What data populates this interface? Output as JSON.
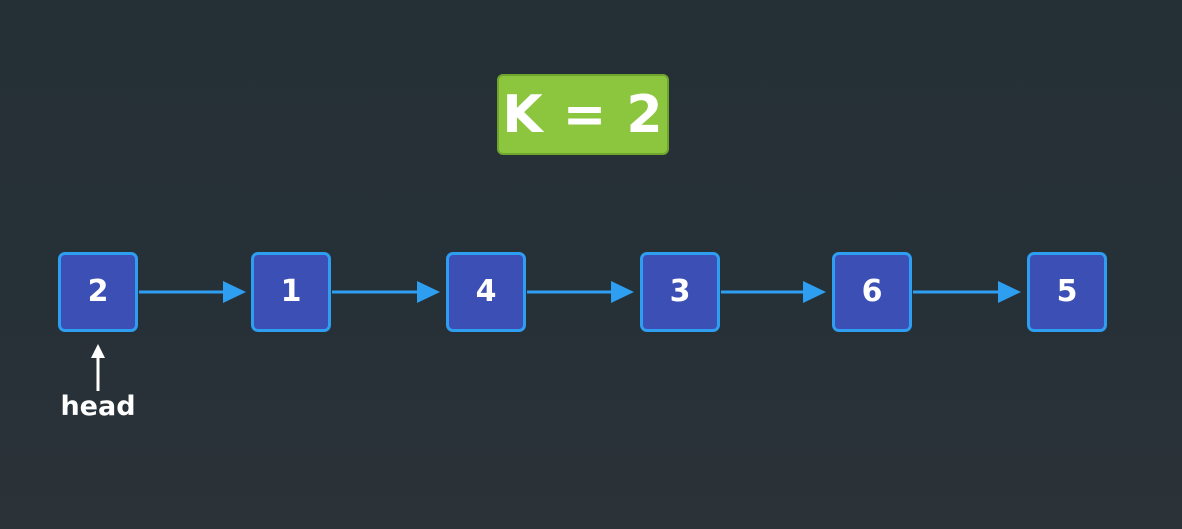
{
  "k_badge": {
    "text": "K = 2",
    "color": "#8cc63f"
  },
  "linked_list": {
    "nodes": [
      {
        "value": "2"
      },
      {
        "value": "1"
      },
      {
        "value": "4"
      },
      {
        "value": "3"
      },
      {
        "value": "6"
      },
      {
        "value": "5"
      }
    ],
    "node_fill": "#3c4fb5",
    "node_border": "#2d9ef0",
    "arrow_color": "#2d9ef0"
  },
  "pointer": {
    "label": "head"
  }
}
